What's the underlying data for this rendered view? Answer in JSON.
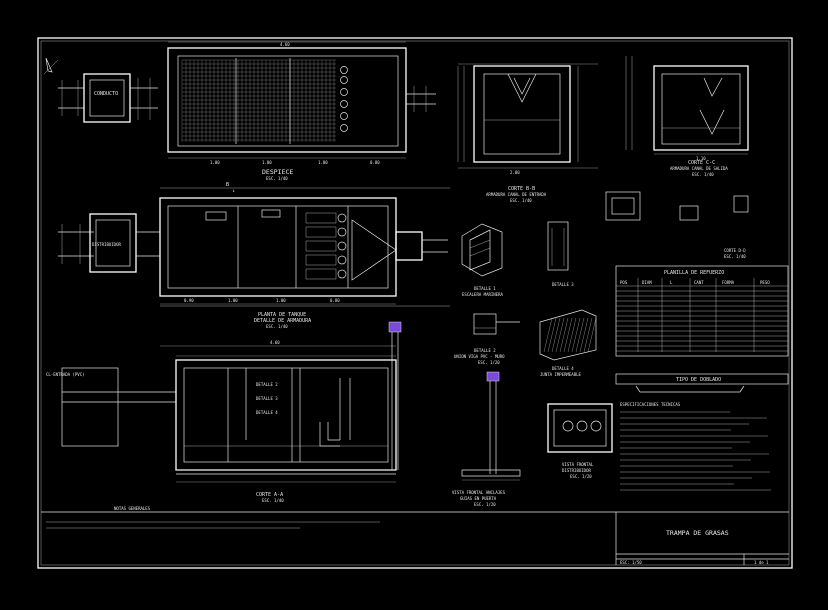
{
  "sheet": {
    "title": "TRAMPA DE GRASAS",
    "scale_label": "ESC: 1/50"
  },
  "views": {
    "plan_top": {
      "title": "DESPIECE",
      "scale": "ESC. 1/40",
      "room_label": "CONDUCTO"
    },
    "plan_tank": {
      "title": "PLANTA DE TANQUE",
      "subtitle": "DETALLE DE ARMADURA",
      "scale": "ESC. 1/40",
      "room_label": "DISTRIBUIDOR"
    },
    "section_aa": {
      "title": "CORTE A-A",
      "scale": "ESC. 1/40",
      "room_label": "CL-ENTRADA (PVC)",
      "labels": [
        "DETALLE 2",
        "DETALLE 3",
        "DETALLE 4"
      ]
    },
    "section_bb": {
      "title": "CORTE B-B",
      "subtitle": "ARMADURA CANAL DE ENTRADA",
      "scale": "ESC. 1/40"
    },
    "section_cc": {
      "title": "CORTE C-C",
      "subtitle": "ARMADURA CANAL DE SALIDA",
      "scale": "ESC. 1/40"
    },
    "section_dd": {
      "title": "CORTE D-D",
      "scale": "ESC. 1/40"
    },
    "detail_1": {
      "title": "DETALLE 1",
      "subtitle": "ESCALERA MARINERA"
    },
    "detail_2": {
      "title": "DETALLE 2",
      "subtitle": "UNION VIGA PVC - MURO",
      "scale": "ESC. 1/20"
    },
    "detail_3": {
      "title": "DETALLE 3"
    },
    "detail_4": {
      "title": "DETALLE 4",
      "subtitle": "JUNTA IMPERMEABLE"
    },
    "vista_frontal_1": {
      "title": "VISTA FRONTAL ANCLAJES",
      "subtitle": "GUIAS EN PUERTA",
      "scale": "ESC. 1/20"
    },
    "vista_frontal_2": {
      "title": "VISTA FRONTAL",
      "subtitle": "DISTRIBUIDOR",
      "scale": "ESC. 1/20"
    }
  },
  "schedule": {
    "title": "PLANILLA DE REFUERZO",
    "headers": [
      "POS",
      "DIAM",
      "L",
      "CANT",
      "FORMA",
      "PESO"
    ]
  },
  "notes": {
    "section_title": "TIPO DE DOBLADO",
    "general_title": "ESPECIFICACIONES TECNICAS",
    "bottom_title": "NOTAS GENERALES"
  },
  "title_block": {
    "sheet_no": "1 de 1"
  },
  "colors": {
    "background": "#000000",
    "line": "#e6e6e6",
    "accent": "#7b4ad6"
  }
}
